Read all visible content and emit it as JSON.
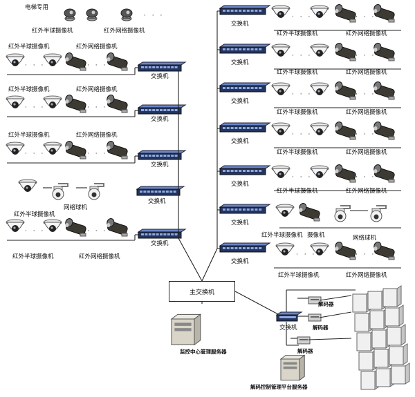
{
  "labels": {
    "elevator": "电梯专用",
    "ir_dome": "红外半球摄像机",
    "ir_bullet": "红外网络摄像机",
    "switch": "交换机",
    "ptz": "网络球机",
    "ptz2": "网络球机",
    "camera": "摄像机",
    "main_switch": "主交换机",
    "decoder": "解码器",
    "monitor_server": "监控中心管理服务器",
    "decode_server": "解码控制管理平台服务器"
  },
  "icons": [
    "switch-icon",
    "dome-camera-icon",
    "bullet-camera-icon",
    "ptz-camera-icon",
    "server-icon",
    "video-wall-icon",
    "decoder-icon"
  ]
}
